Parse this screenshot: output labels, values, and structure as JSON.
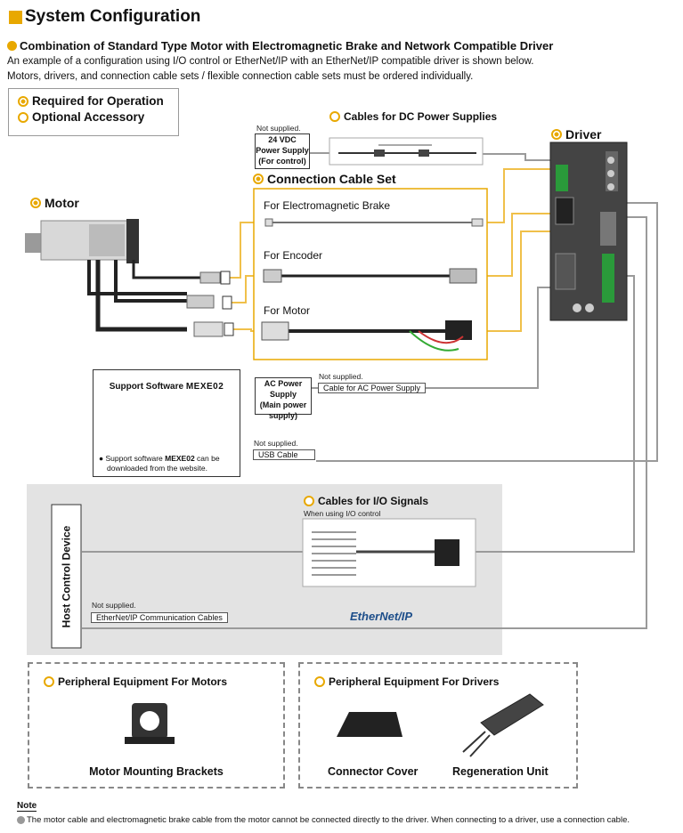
{
  "header": {
    "title": "System Configuration",
    "subtitle": "Combination of Standard Type Motor with Electromagnetic Brake and Network Compatible Driver",
    "desc1": "An example of a configuration using I/O control or EtherNet/IP with an EtherNet/IP compatible driver is shown below.",
    "desc2": "Motors, drivers, and connection cable sets / flexible connection cable sets must be ordered individually."
  },
  "legend": {
    "required": "Required for Operation",
    "optional": "Optional Accessory"
  },
  "components": {
    "motor": "Motor",
    "driver": "Driver",
    "dc_cables": "Cables for DC Power Supplies",
    "conn_set": "Connection Cable Set",
    "brake": "For Electromagnetic Brake",
    "encoder": "For Encoder",
    "for_motor": "For Motor",
    "not_supplied_24": "Not supplied.",
    "psu24_l1": "24 VDC",
    "psu24_l2": "Power Supply",
    "psu24_l3": "(For control)",
    "ac_l1": "AC Power Supply",
    "ac_l2": "(Main power",
    "ac_l3": "supply)",
    "not_supplied_ac": "Not supplied.",
    "ac_cable": "Cable for AC Power Supply",
    "software_title_pre": "Support Software ",
    "software_title_name": "MEXE02",
    "software_note_pre": "Support software ",
    "software_note_name": "MEXE02",
    "software_note_post": " can be",
    "software_note_l2": "downloaded from the website.",
    "not_supplied_usb": "Not supplied.",
    "usb_cable": "USB Cable",
    "io_cables": "Cables for I/O Signals",
    "io_note": "When using I/O control",
    "host": "Host Control Device",
    "not_supplied_eth": "Not supplied.",
    "eth_cable": "EtherNet/IP Communication Cables",
    "ethernet_logo": "EtherNet/IP"
  },
  "peripherals": {
    "motors_title": "Peripheral Equipment For Motors",
    "bracket": "Motor Mounting Brackets",
    "drivers_title": "Peripheral Equipment For Drivers",
    "cover": "Connector Cover",
    "regen": "Regeneration Unit"
  },
  "note": {
    "label": "Note",
    "text": "The motor cable and electromagnetic brake cable from the motor cannot be connected directly to the driver. When connecting to a driver, use a connection cable."
  },
  "colors": {
    "accent": "#e8a800",
    "cable": "#f0c04a",
    "gray_line": "#9a9a9a"
  }
}
